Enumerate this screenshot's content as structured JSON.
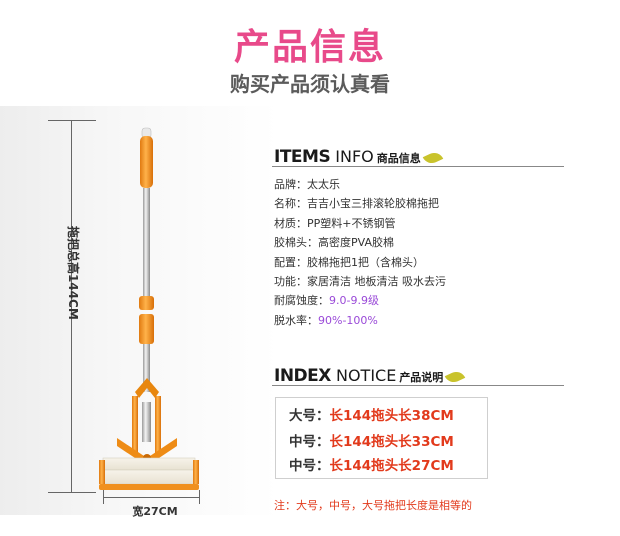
{
  "header": {
    "title": "产品信息",
    "subtitle": "购买产品须认真看"
  },
  "dimensions": {
    "height_label": "拖把总高144CM",
    "width_label": "宽27CM"
  },
  "items_section": {
    "title_bold": "ITEMS",
    "title_thin": " INFO",
    "title_cn": "商品信息",
    "specs": [
      {
        "k": "品牌：",
        "v": "太太乐"
      },
      {
        "k": "名称：",
        "v": "吉吉小宝三排滚轮胶棉拖把"
      },
      {
        "k": "材质：",
        "v": "PP塑料+不锈钢管"
      },
      {
        "k": "胶棉头：",
        "v": "高密度PVA胶棉"
      },
      {
        "k": "配置：",
        "v": "胶棉拖把1把（含棉头）"
      },
      {
        "k": "功能：",
        "v": "家居清洁  地板清洁  吸水去污"
      },
      {
        "k": "耐腐蚀度：",
        "v": "9.0-9.9级"
      },
      {
        "k": "脱水率：",
        "v": "90%-100%"
      }
    ],
    "highlight_color": "#9a4ad8"
  },
  "index_section": {
    "title_bold": "INDEX",
    "title_thin": " NOTICE",
    "title_cn": "产品说明",
    "sizes": [
      {
        "k": "大号：",
        "v": "长144拖头长38CM"
      },
      {
        "k": "中号：",
        "v": "长144拖头长33CM"
      },
      {
        "k": "中号：",
        "v": "长144拖头长27CM"
      }
    ],
    "note": "注：大号，中号，大号拖把长度是相等的"
  },
  "colors": {
    "title_pink": "#e84a8a",
    "accent_orange": "#f0901e",
    "size_red": "#e23a1c"
  }
}
